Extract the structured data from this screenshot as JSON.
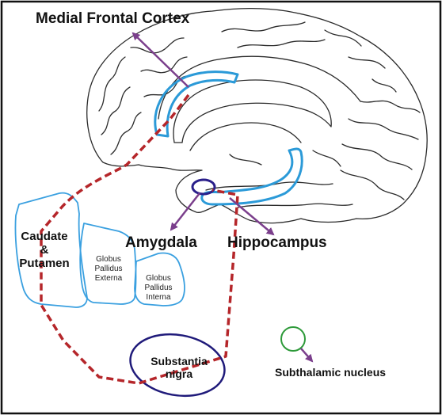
{
  "labels": {
    "medial_frontal_cortex": "Medial Frontal Cortex",
    "amygdala": "Amygdala",
    "hippocampus": "Hippocampus",
    "caudate_line1": "Caudate",
    "caudate_line2": "&",
    "caudate_line3": "Putamen",
    "gpe_line1": "Globus",
    "gpe_line2": "Pallidus",
    "gpe_line3": "Externa",
    "gpi_line1": "Globus",
    "gpi_line2": "Pallidus",
    "gpi_line3": "Interna",
    "substantia_line1": "Substantia",
    "substantia_line2": "nigra",
    "subthalamic_nucleus": "Subthalamic nucleus"
  },
  "colors": {
    "pathway": "#b5262a",
    "arrow": "#7b3f8c",
    "limbic_outline": "#2b9ad8",
    "basal_ganglia_outline": "#3aa0e0",
    "substantia_outline": "#1f1a7a",
    "amygdala_outline": "#2a1f8a",
    "subthalamic_outline": "#2e9a3a",
    "brain_outline": "#2b2b2b",
    "frame": "#111111"
  },
  "icons": {
    "arrow_style": "purple-arrowhead-line",
    "pathway_style": "red-dashed-line"
  }
}
